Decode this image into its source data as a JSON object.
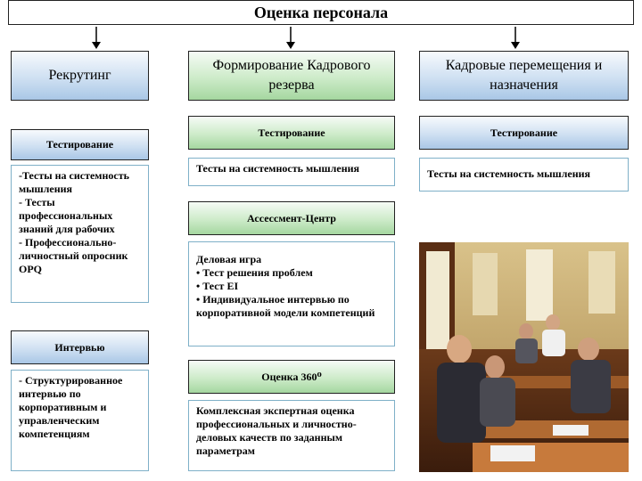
{
  "title": "Оценка персонала",
  "columns": [
    {
      "heading": "Рекрутинг",
      "blocks": [
        {
          "heading": "Тестирование",
          "items": [
            "-Тесты на системность мышления",
            "- Тесты профессиональных знаний для рабочих",
            "- Профессионально-личностный опросник OPQ"
          ]
        },
        {
          "heading": "Интервью",
          "items": [
            "- Структурированное интервью по корпоративным и управленческим компетенциям"
          ]
        }
      ]
    },
    {
      "heading": "Формирование Кадрового резерва",
      "blocks": [
        {
          "heading": "Тестирование",
          "items": [
            "Тесты на системность мышления"
          ]
        },
        {
          "heading": "Ассессмент-Центр",
          "items": [
            "Деловая игра",
            "• Тест решения проблем",
            "• Тест EI",
            "• Индивидуальное интервью по корпоративной модели компетенций"
          ]
        },
        {
          "heading": "Оценка 360⁰",
          "items": [
            "Комплексная экспертная оценка профессиональных и личностно-деловых качеств по заданным параметрам"
          ]
        }
      ]
    },
    {
      "heading": "Кадровые перемещения и назначения",
      "blocks": [
        {
          "heading": "Тестирование",
          "items": [
            "Тесты на системность мышления"
          ]
        }
      ]
    }
  ],
  "colors": {
    "blue_header": "#a9c7e6",
    "green_header": "#a5d7a0",
    "content_border": "#7fb0c8"
  }
}
